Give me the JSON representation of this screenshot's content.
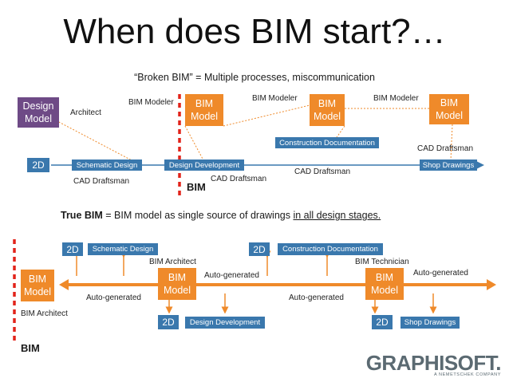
{
  "title": "When does BIM start?…",
  "subtitle": "“Broken BIM” = Multiple processes, miscommunication",
  "top": {
    "design_model": "Design\nModel",
    "architect": "Architect",
    "bim_modeler": "BIM Modeler",
    "bim_model": "BIM\nModel",
    "stage_2d": "2D",
    "schematic_design": "Schematic Design",
    "design_development": "Design Development",
    "construction_documentation": "Construction Documentation",
    "shop_drawings": "Shop Drawings",
    "cad_draftsman": "CAD Draftsman",
    "bim_marker": "BIM"
  },
  "true_bim": {
    "lead": "True BIM",
    "middle": " = BIM model as single source of drawings ",
    "underlined": "in all design stages."
  },
  "bottom": {
    "bim_model": "BIM\nModel",
    "stage_2d": "2D",
    "schematic_design": "Schematic Design",
    "design_development": "Design Development",
    "construction_documentation": "Construction Documentation",
    "shop_drawings": "Shop Drawings",
    "bim_architect": "BIM Architect",
    "bim_technician": "BIM Technician",
    "auto_generated": "Auto-generated",
    "bim_marker": "BIM"
  },
  "logo": {
    "name": "GRAPHISOFT.",
    "tagline": "A NEMETSCHEK COMPANY"
  },
  "colors": {
    "orange": "#ef8a2a",
    "blue": "#3a78ad",
    "purple": "#6e4a86",
    "red": "#e2231a"
  }
}
